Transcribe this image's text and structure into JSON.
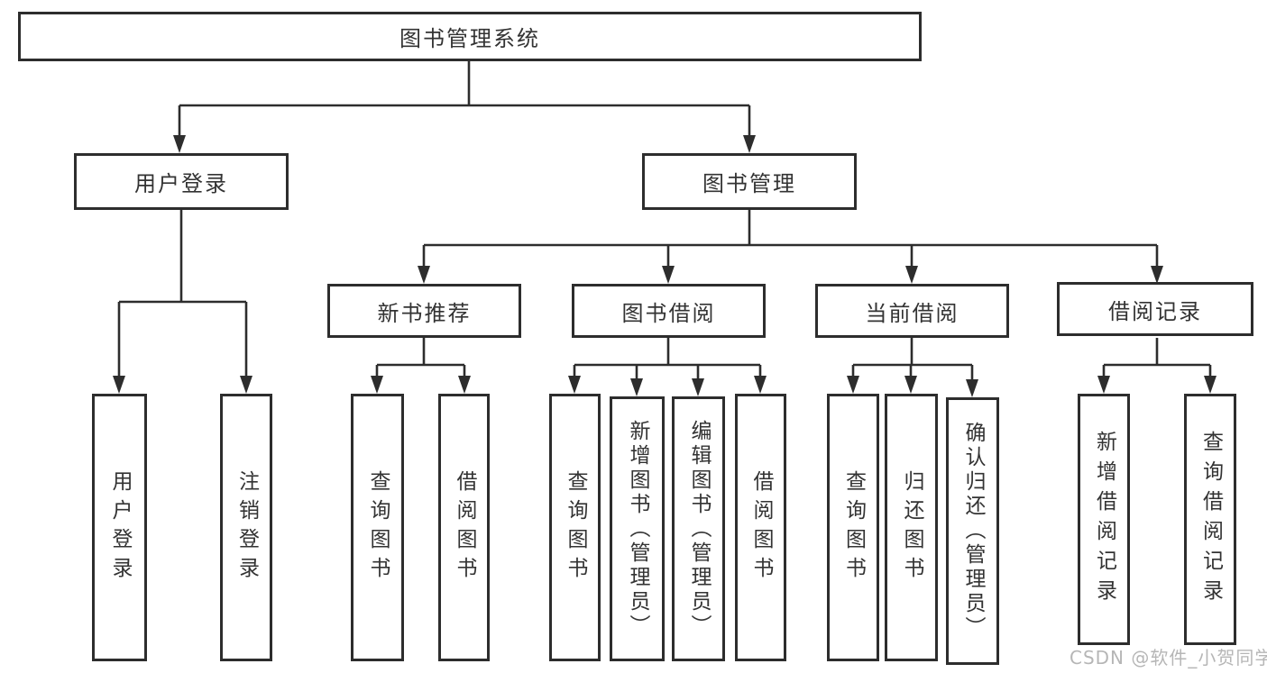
{
  "diagram": {
    "root": {
      "label": "图书管理系统"
    },
    "level2": [
      {
        "label": "用户登录"
      },
      {
        "label": "图书管理"
      }
    ],
    "level3": [
      {
        "label": "新书推荐"
      },
      {
        "label": "图书借阅"
      },
      {
        "label": "当前借阅"
      },
      {
        "label": "借阅记录"
      }
    ],
    "leaves": {
      "user_login": [
        {
          "label": "用户登录"
        },
        {
          "label": "注销登录"
        }
      ],
      "new_books": [
        {
          "label": "查询图书"
        },
        {
          "label": "借阅图书"
        }
      ],
      "book_borrow": [
        {
          "label": "查询图书"
        },
        {
          "label": "新增图书（管理员）"
        },
        {
          "label": "编辑图书（管理员）"
        },
        {
          "label": "借阅图书"
        }
      ],
      "current_borrow": [
        {
          "label": "查询图书"
        },
        {
          "label": "归还图书"
        },
        {
          "label": "确认归还（管理员）"
        }
      ],
      "borrow_records": [
        {
          "label": "新增借阅记录"
        },
        {
          "label": "查询借阅记录"
        }
      ]
    }
  },
  "watermark": {
    "text": "CSDN @软件_小贺同学"
  },
  "colors": {
    "line": "#2d2d2d",
    "text": "#333333",
    "background": "#ffffff",
    "watermark": "#b6b6b6"
  }
}
